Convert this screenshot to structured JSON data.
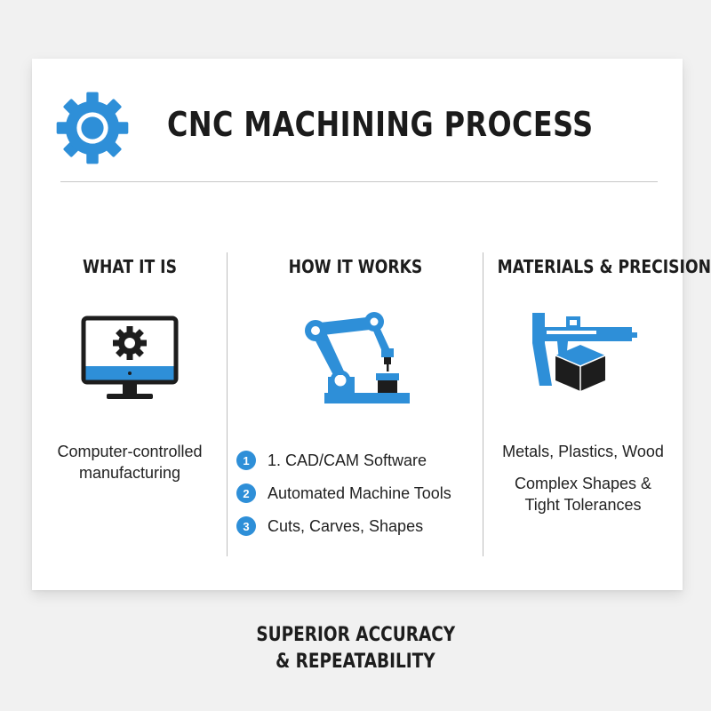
{
  "header": {
    "title": "CNC MACHINING PROCESS",
    "icon": "gear-icon"
  },
  "columns": [
    {
      "heading": "WHAT IT IS",
      "icon": "monitor-gear-icon",
      "text_lines": [
        "Computer-controlled",
        "manufacturing"
      ]
    },
    {
      "heading": "HOW IT WORKS",
      "icon": "robotic-arm-icon",
      "steps": [
        {
          "num": "1",
          "label": "1. CAD/CAM Software"
        },
        {
          "num": "2",
          "label": "Automated Machine Tools"
        },
        {
          "num": "3",
          "label": "Cuts, Carves, Shapes"
        }
      ]
    },
    {
      "heading": "MATERIALS & PRECISION",
      "icon": "caliper-block-icon",
      "text_lines": [
        "Metals, Plastics, Wood"
      ],
      "text_lines_2": [
        "Complex Shapes &",
        "Tight Tolerances"
      ]
    }
  ],
  "footer": {
    "lines": [
      "SUPERIOR ACCURACY",
      "& REPEATABILITY"
    ]
  },
  "colors": {
    "accent": "#2e8fd8",
    "dark": "#1d1d1d",
    "background": "#f1f1f1",
    "card": "#ffffff"
  }
}
